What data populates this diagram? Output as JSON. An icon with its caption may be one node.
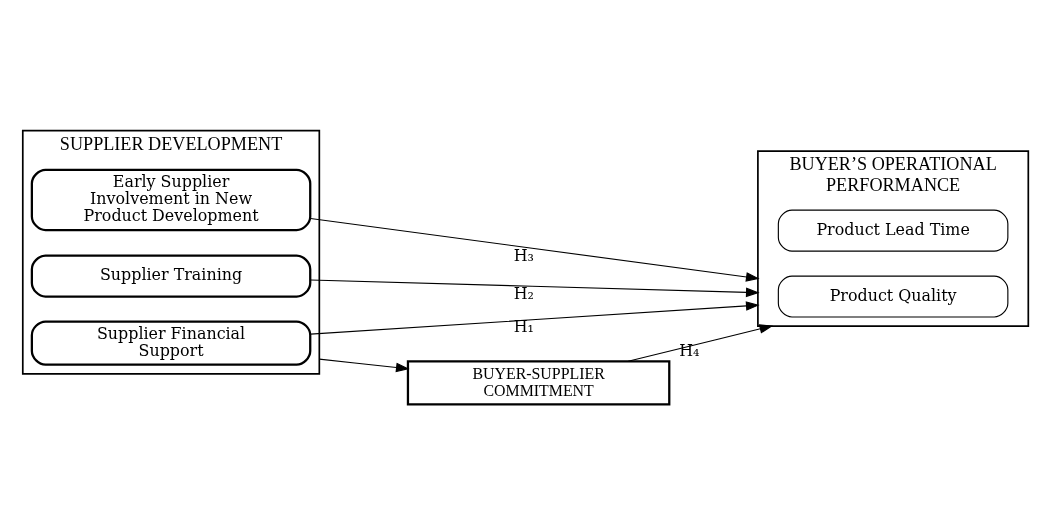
{
  "diagram": {
    "nodes": [
      {
        "text": [
          "SUPPLIER DEVELOPMENT"
        ]
      },
      {
        "text": [
          "Supplier Financial Support"
        ],
        "in": 0
      },
      {
        "text": [
          "Supplier Training"
        ],
        "in": 0
      },
      {
        "text": [
          "Early Supplier Involvement in New Product Development"
        ],
        "in": 0
      },
      {
        "text": [
          "BUYER’S OPERATIONAL PERFORMANCE"
        ]
      },
      {
        "text": [
          "Product Quality"
        ],
        "in": 4
      },
      {
        "text": [
          "Product Lead Time"
        ],
        "in": 4
      },
      {
        "text": [
          "BUYER-SUPPLIER COMMITMENT"
        ]
      }
    ],
    "edges": [
      {
        "from": 1,
        "to": 4,
        "arrow": "to",
        "label": "H₁"
      },
      {
        "from": 2,
        "to": 4,
        "arrow": "to",
        "label": "H₂"
      },
      {
        "from": 3,
        "to": 4,
        "arrow": "to",
        "label": "H₃"
      },
      {
        "from": 0,
        "to": 7,
        "arrow": "to"
      },
      {
        "from": 7,
        "to": 4,
        "arrow": "to",
        "label": "H₄"
      }
    ]
  }
}
